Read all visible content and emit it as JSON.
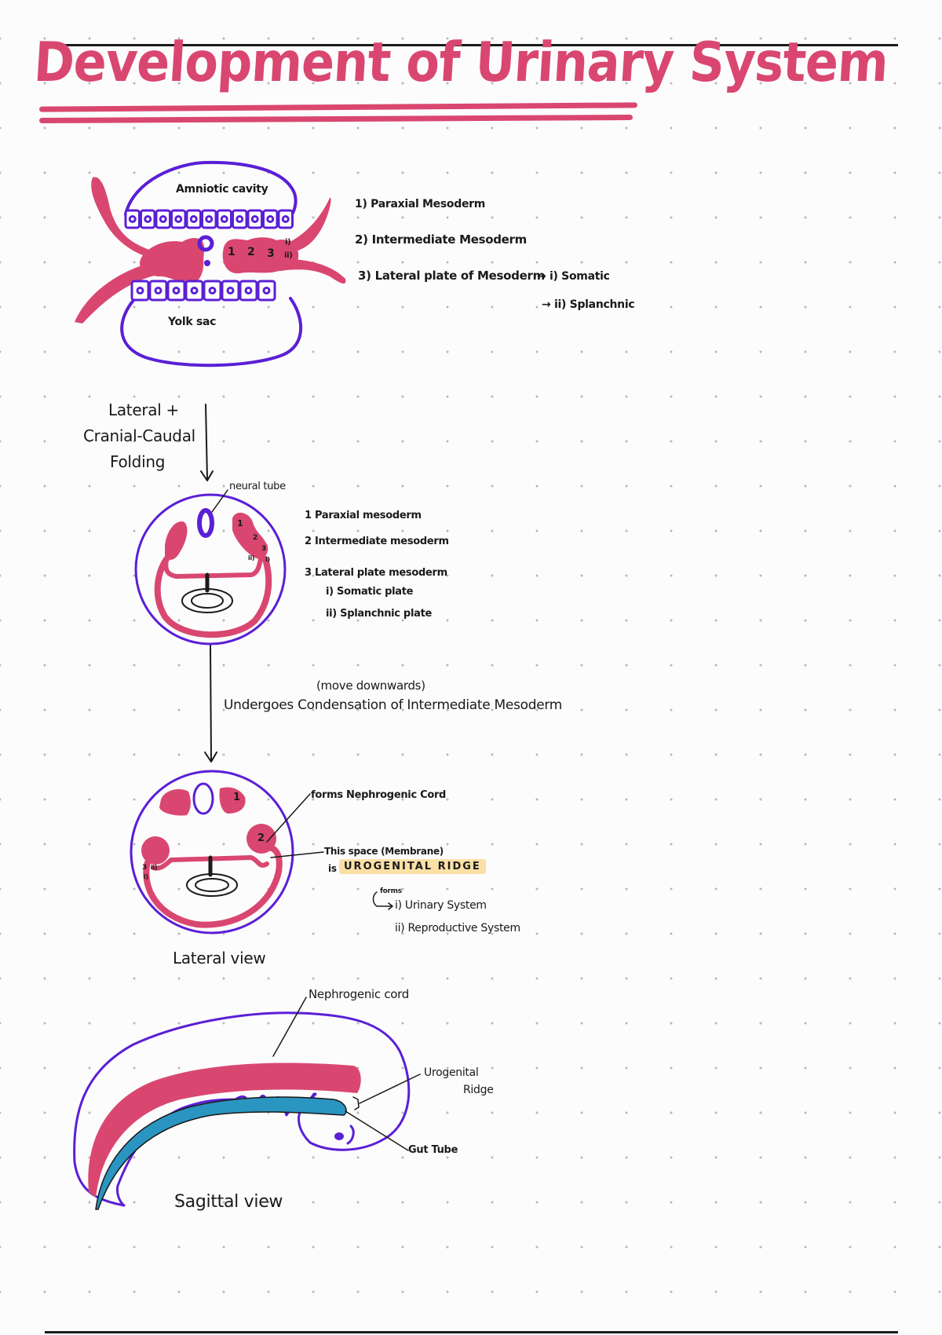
{
  "page": {
    "title": "Development of Urinary System",
    "colors": {
      "accent_pink": "#d94770",
      "outline_purple": "#5a1fd6",
      "gut_blue": "#2a95c0",
      "highlight_yellow": "#fbe0a6",
      "ink": "#1a1a1a"
    }
  },
  "diagram1": {
    "labels": {
      "amniotic_cavity": "Amniotic cavity",
      "yolk_sac": "Yolk sac",
      "num1": "1",
      "num2": "2",
      "num3": "3",
      "sub_i": "i)",
      "sub_ii": "ii)"
    },
    "legend": [
      {
        "text": "1) Paraxial  Mesoderm"
      },
      {
        "text": "2) Intermediate  Mesoderm"
      },
      {
        "text": "3) Lateral  plate  of  Mesoderm"
      }
    ],
    "branches": [
      "→ i) Somatic",
      "→ ii) Splanchnic"
    ]
  },
  "transition1": {
    "lines": [
      "Lateral +",
      "Cranial-Caudal",
      "Folding"
    ]
  },
  "diagram2": {
    "neural_tube_label": "neural tube",
    "numbers": [
      "1",
      "2",
      "3",
      "ii)",
      "i)"
    ],
    "legend": [
      "1 Paraxial  mesoderm",
      "2 Intermediate   mesoderm",
      "3 Lateral  plate  mesoderm",
      "i) Somatic   plate",
      "ii) Splanchnic  plate"
    ]
  },
  "transition2": {
    "note": "(move downwards)",
    "text": "Undergoes  Condensation  of  Intermediate  Mesoderm"
  },
  "diagram3": {
    "numbers": [
      "1",
      "2",
      "3",
      "ii)",
      "i)"
    ],
    "nephrogenic_label": "forms  Nephrogenic  Cord",
    "space_label": "This space (Membrane)",
    "is_label": "is",
    "ridge_label": "UROGENITAL  RIDGE",
    "forms_label": "forms",
    "forms_items": [
      "i) Urinary System",
      "ii) Reproductive  System"
    ],
    "caption": "Lateral  view"
  },
  "diagram4": {
    "nephrogenic_label": "Nephrogenic  cord",
    "urogenital_label_line1": "Urogenital",
    "urogenital_label_line2": "Ridge",
    "gut_label": "Gut  Tube",
    "caption": "Sagittal  view"
  }
}
